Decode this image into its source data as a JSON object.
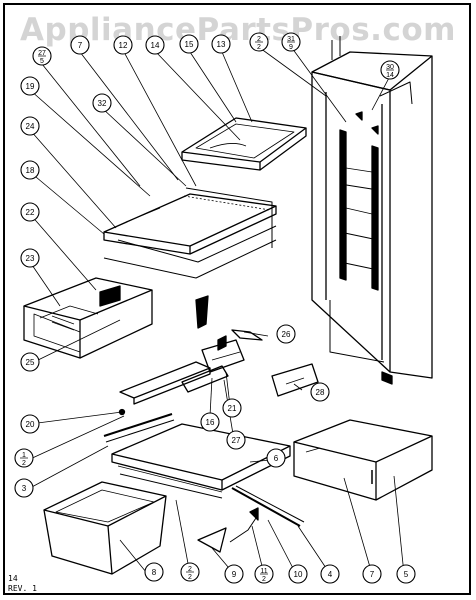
{
  "watermark": "AppliancePartsPros.com",
  "footer": {
    "page": "14",
    "rev": "REV. 1"
  },
  "callouts": [
    {
      "id": "c27a",
      "label": "27",
      "sub": "5"
    },
    {
      "id": "c7a",
      "label": "7"
    },
    {
      "id": "c12",
      "label": "12"
    },
    {
      "id": "c14",
      "label": "14"
    },
    {
      "id": "c15",
      "label": "15"
    },
    {
      "id": "c13",
      "label": "13"
    },
    {
      "id": "c2a",
      "label": "2",
      "sub": "2"
    },
    {
      "id": "c31",
      "label": "31",
      "sub": "9"
    },
    {
      "id": "c30",
      "label": "30",
      "sub": "14"
    },
    {
      "id": "c19",
      "label": "19"
    },
    {
      "id": "c32",
      "label": "32"
    },
    {
      "id": "c24",
      "label": "24"
    },
    {
      "id": "c18",
      "label": "18"
    },
    {
      "id": "c22",
      "label": "22"
    },
    {
      "id": "c23",
      "label": "23"
    },
    {
      "id": "c26",
      "label": "26"
    },
    {
      "id": "c25",
      "label": "25"
    },
    {
      "id": "c28",
      "label": "28"
    },
    {
      "id": "c20",
      "label": "20"
    },
    {
      "id": "c16",
      "label": "16"
    },
    {
      "id": "c27b",
      "label": "27"
    },
    {
      "id": "c21",
      "label": "21"
    },
    {
      "id": "c1",
      "label": "1",
      "sub": "2"
    },
    {
      "id": "c6",
      "label": "6"
    },
    {
      "id": "c3",
      "label": "3"
    },
    {
      "id": "c8",
      "label": "8"
    },
    {
      "id": "c2b",
      "label": "2",
      "sub": "2"
    },
    {
      "id": "c9",
      "label": "9"
    },
    {
      "id": "c11",
      "label": "11",
      "sub": "2"
    },
    {
      "id": "c10",
      "label": "10"
    },
    {
      "id": "c4",
      "label": "4"
    },
    {
      "id": "c7b",
      "label": "7"
    },
    {
      "id": "c5",
      "label": "5"
    }
  ]
}
